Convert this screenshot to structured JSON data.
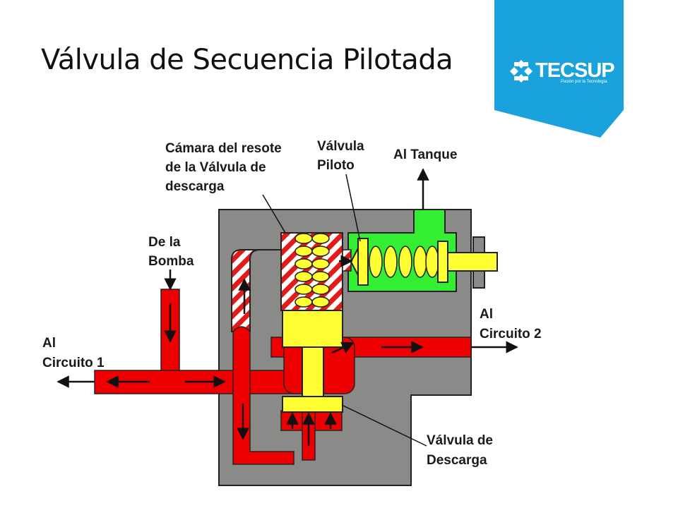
{
  "slide": {
    "title": "Válvula de Secuencia Pilotada"
  },
  "logo": {
    "name": "TECSUP",
    "tagline": "Pasión por la Tecnología",
    "color": "#1aa2dc"
  },
  "colors": {
    "body": "#8a8a88",
    "pressure": "#ee0000",
    "spool": "#ffff33",
    "pilot": "#33ee33",
    "outline": "#222222"
  },
  "labels": {
    "chamber": {
      "line1": "Cámara del resote",
      "line2": "de la Válvula de",
      "line3": "descarga"
    },
    "pilot": {
      "line1": "Válvula",
      "line2": "Piloto"
    },
    "tank": {
      "line1": "Al Tanque"
    },
    "pump": {
      "line1": "De la",
      "line2": "Bomba"
    },
    "circuit1": {
      "line1": "Al",
      "line2": "Circuito 1"
    },
    "circuit2": {
      "line1": "Al",
      "line2": "Circuito 2"
    },
    "unloading": {
      "line1": "Válvula de",
      "line2": "Descarga"
    }
  }
}
